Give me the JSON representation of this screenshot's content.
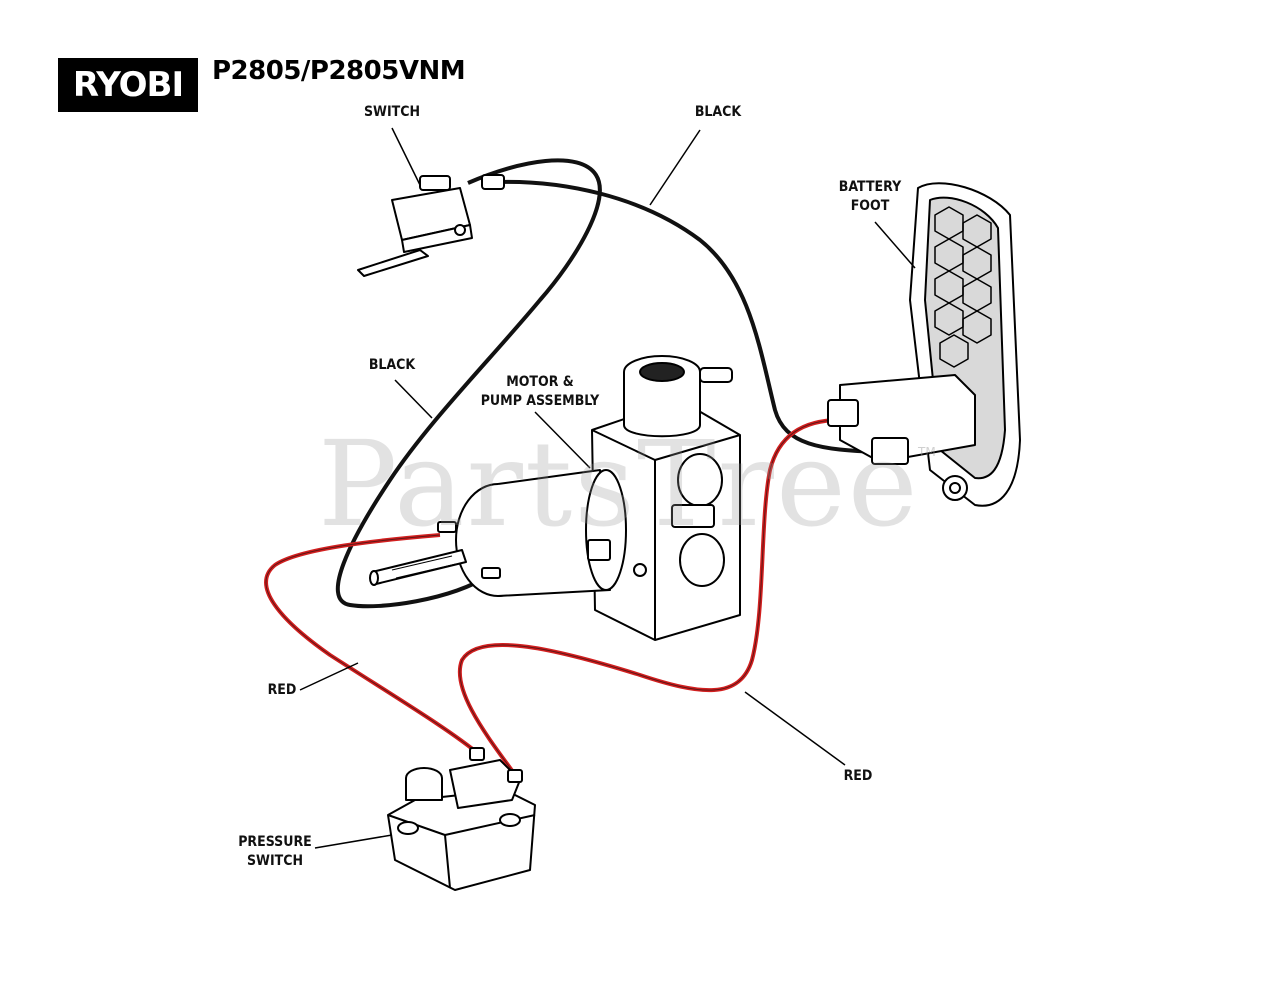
{
  "brand": {
    "logo_text": "RYOBI"
  },
  "model": "P2805/P2805VNM",
  "watermark": {
    "text": "PartsTree",
    "tm": "TM"
  },
  "labels": {
    "switch": [
      "SWITCH"
    ],
    "black_top": [
      "BLACK"
    ],
    "battery_foot": [
      "BATTERY",
      "FOOT"
    ],
    "black_left": [
      "BLACK"
    ],
    "motor_pump": [
      "MOTOR &",
      "PUMP ASSEMBLY"
    ],
    "red_left": [
      "RED"
    ],
    "red_right": [
      "RED"
    ],
    "pressure_switch": [
      "PRESSURE",
      "SWITCH"
    ]
  },
  "colors": {
    "wire_black": "#111111",
    "wire_red": "#d21f1f",
    "line": "#000000"
  }
}
